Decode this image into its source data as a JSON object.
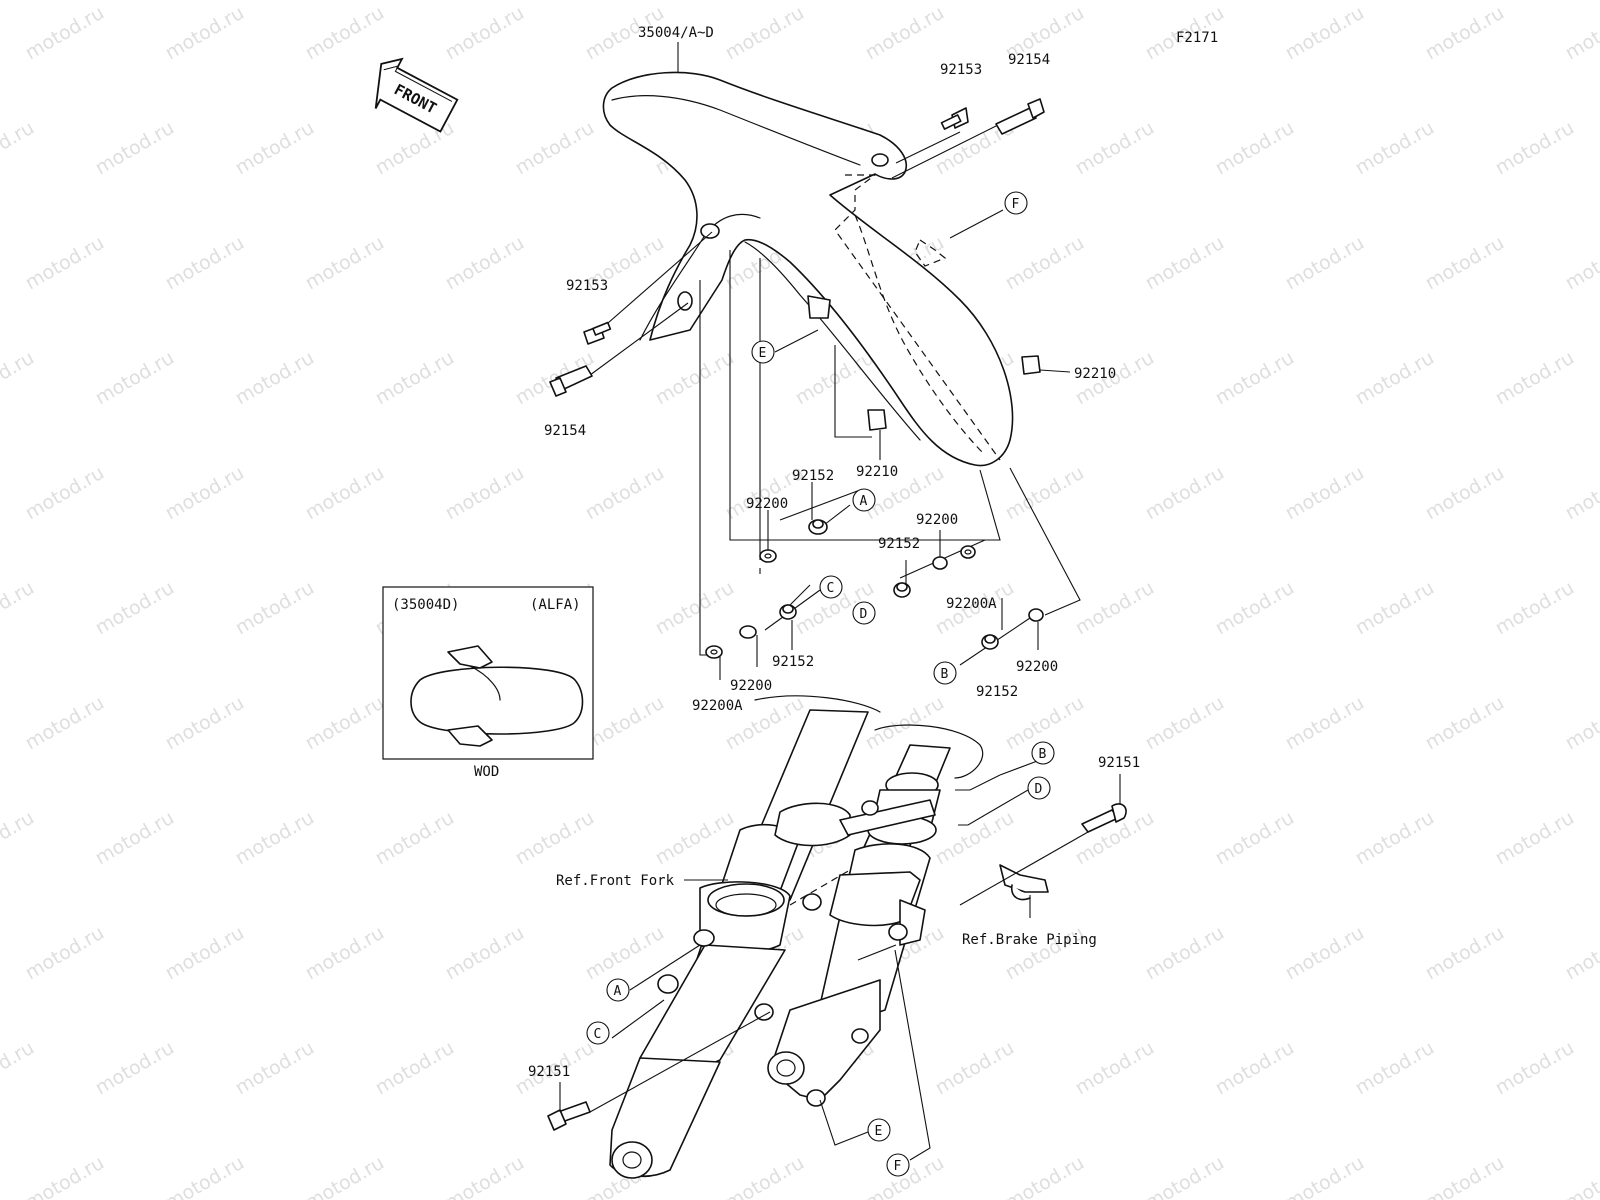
{
  "figure_code": "F2171",
  "front_arrow": "FRONT",
  "watermark": "motod.ru",
  "parts": {
    "fender": "35004/A~D",
    "bolt_top": "92153",
    "collar_top": "92154",
    "bolt_left": "92153",
    "collar_left": "92154",
    "nut_right": "92210",
    "nut_middle": "92210",
    "bolt_a": "92152",
    "washer_a": "92200",
    "washer_d1": "92200",
    "bolt_d": "92152",
    "washer_d2": "92200A",
    "bolt_c": "92152",
    "washer_c1": "92200",
    "washer_c2": "92200A",
    "bolt_b": "92152",
    "washer_b": "92200",
    "fork_bolt_right": "92151",
    "fork_bolt_left": "92151"
  },
  "callouts": [
    "A",
    "B",
    "C",
    "D",
    "E",
    "F"
  ],
  "refs": {
    "front_fork": "Ref.Front Fork",
    "brake_piping": "Ref.Brake Piping"
  },
  "inset": {
    "part": "(35004D)",
    "variant": "(ALFA)",
    "caption": "WOD"
  }
}
